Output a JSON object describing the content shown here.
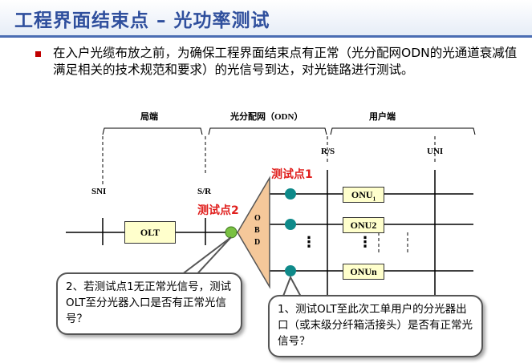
{
  "header": {
    "title": "工程界面结束点 – 光功率测试"
  },
  "intro": {
    "text": "在入户光缆布放之前，为确保工程界面结束点有正常（光分配网ODN的光通道衰减值满足相关的技术规范和要求）的光信号到达，对光链路进行测试。"
  },
  "segments": {
    "central": "局端",
    "odn": "光分配网（ODN）",
    "user": "用户端"
  },
  "interfaces": {
    "rs": "R/S",
    "uni": "UNI",
    "sni": "SNI",
    "sr": "S/R"
  },
  "test_points": {
    "point1": "测试点1",
    "point2": "测试点2"
  },
  "devices": {
    "olt": "OLT",
    "obd": [
      "O",
      "B",
      "D"
    ],
    "onu1": "ONU",
    "onu1_sub": "1",
    "onu2": "ONU2",
    "onun": "ONUn",
    "ellipsis": "⋮"
  },
  "callouts": {
    "left": "2、若测试点1无正常光信号，测试OLT至分光器入口是否有正常光信号？",
    "right": "1、测试OLT至此次工单用户的分光器出口（或末级分纤箱活接头）是否有正常光信号？"
  },
  "colors": {
    "accent": "#2f4f9d",
    "test_red": "#e0201e",
    "teal": "#0f8a8a",
    "green_dot": "#7ac143",
    "box_fill": "#ffffcc",
    "obd_fill": "#f5c89a"
  }
}
